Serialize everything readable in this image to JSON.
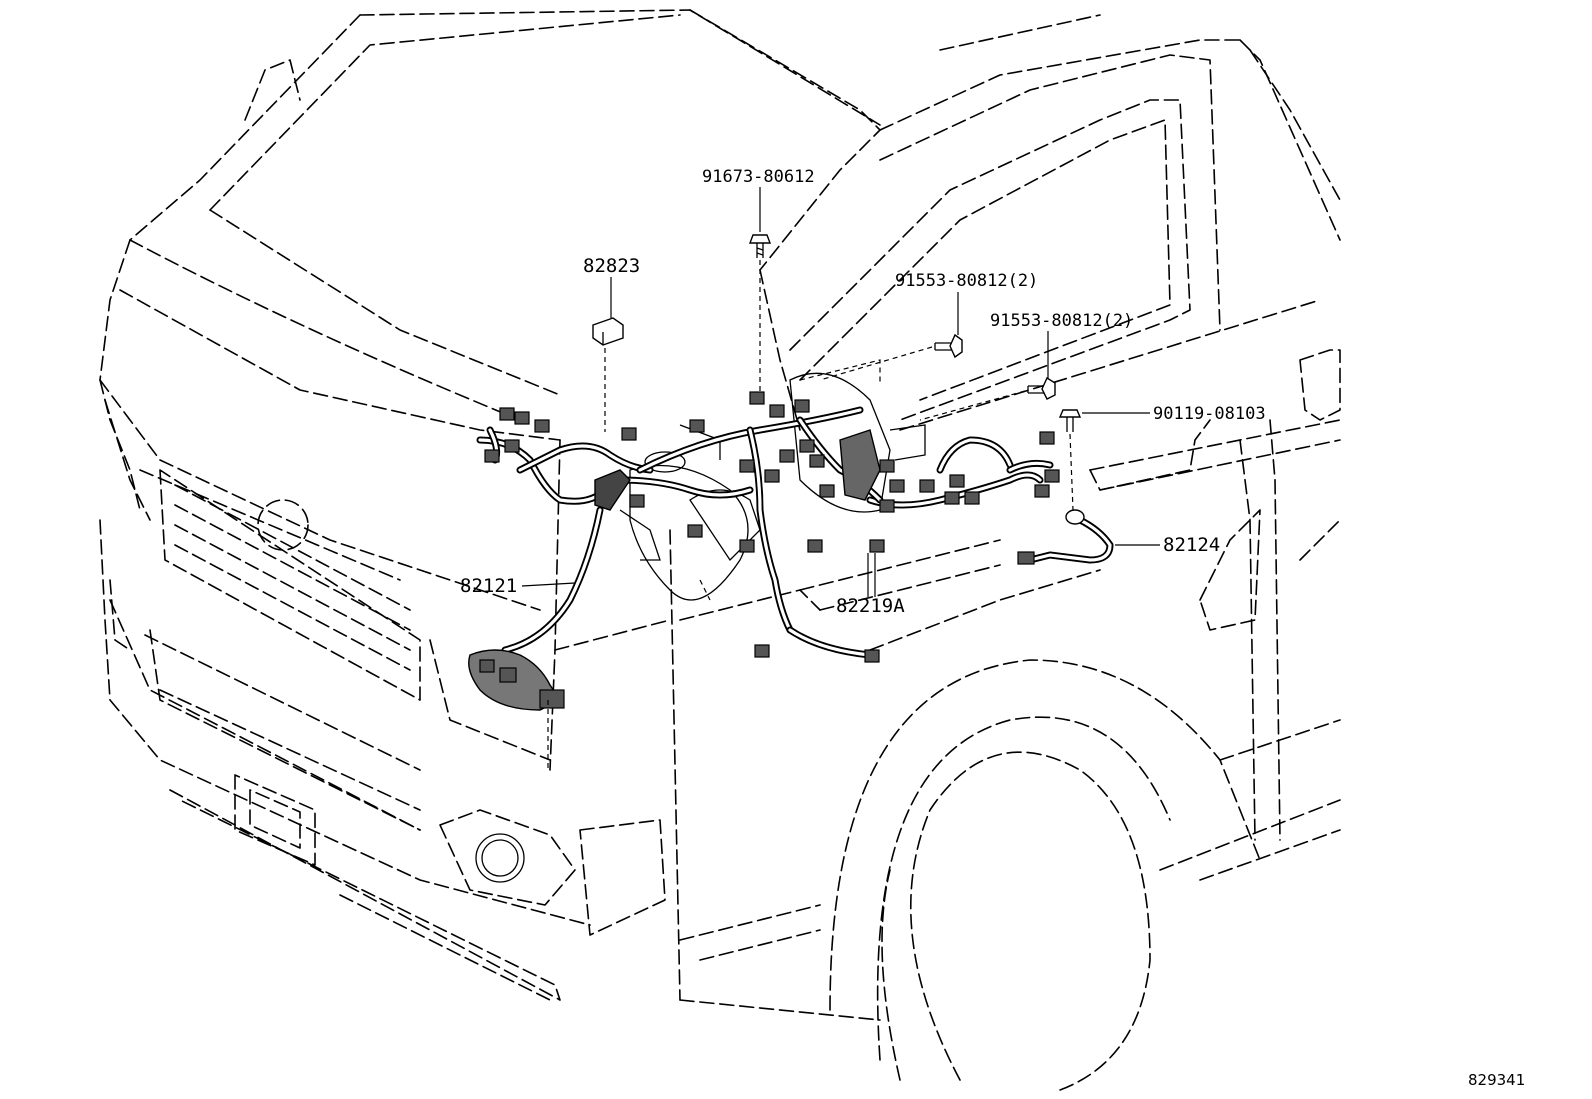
{
  "parts": [
    {
      "id": "91673-80612",
      "text": "91673-80612"
    },
    {
      "id": "82823",
      "text": "82823"
    },
    {
      "id": "91553-80812-a",
      "text": "91553-80812(2)"
    },
    {
      "id": "91553-80812-b",
      "text": "91553-80812(2)"
    },
    {
      "id": "90119-08103",
      "text": "90119-08103"
    },
    {
      "id": "82124",
      "text": "82124"
    },
    {
      "id": "82121",
      "text": "82121"
    },
    {
      "id": "82219A",
      "text": "82219A"
    }
  ],
  "illustration_number": "829341"
}
